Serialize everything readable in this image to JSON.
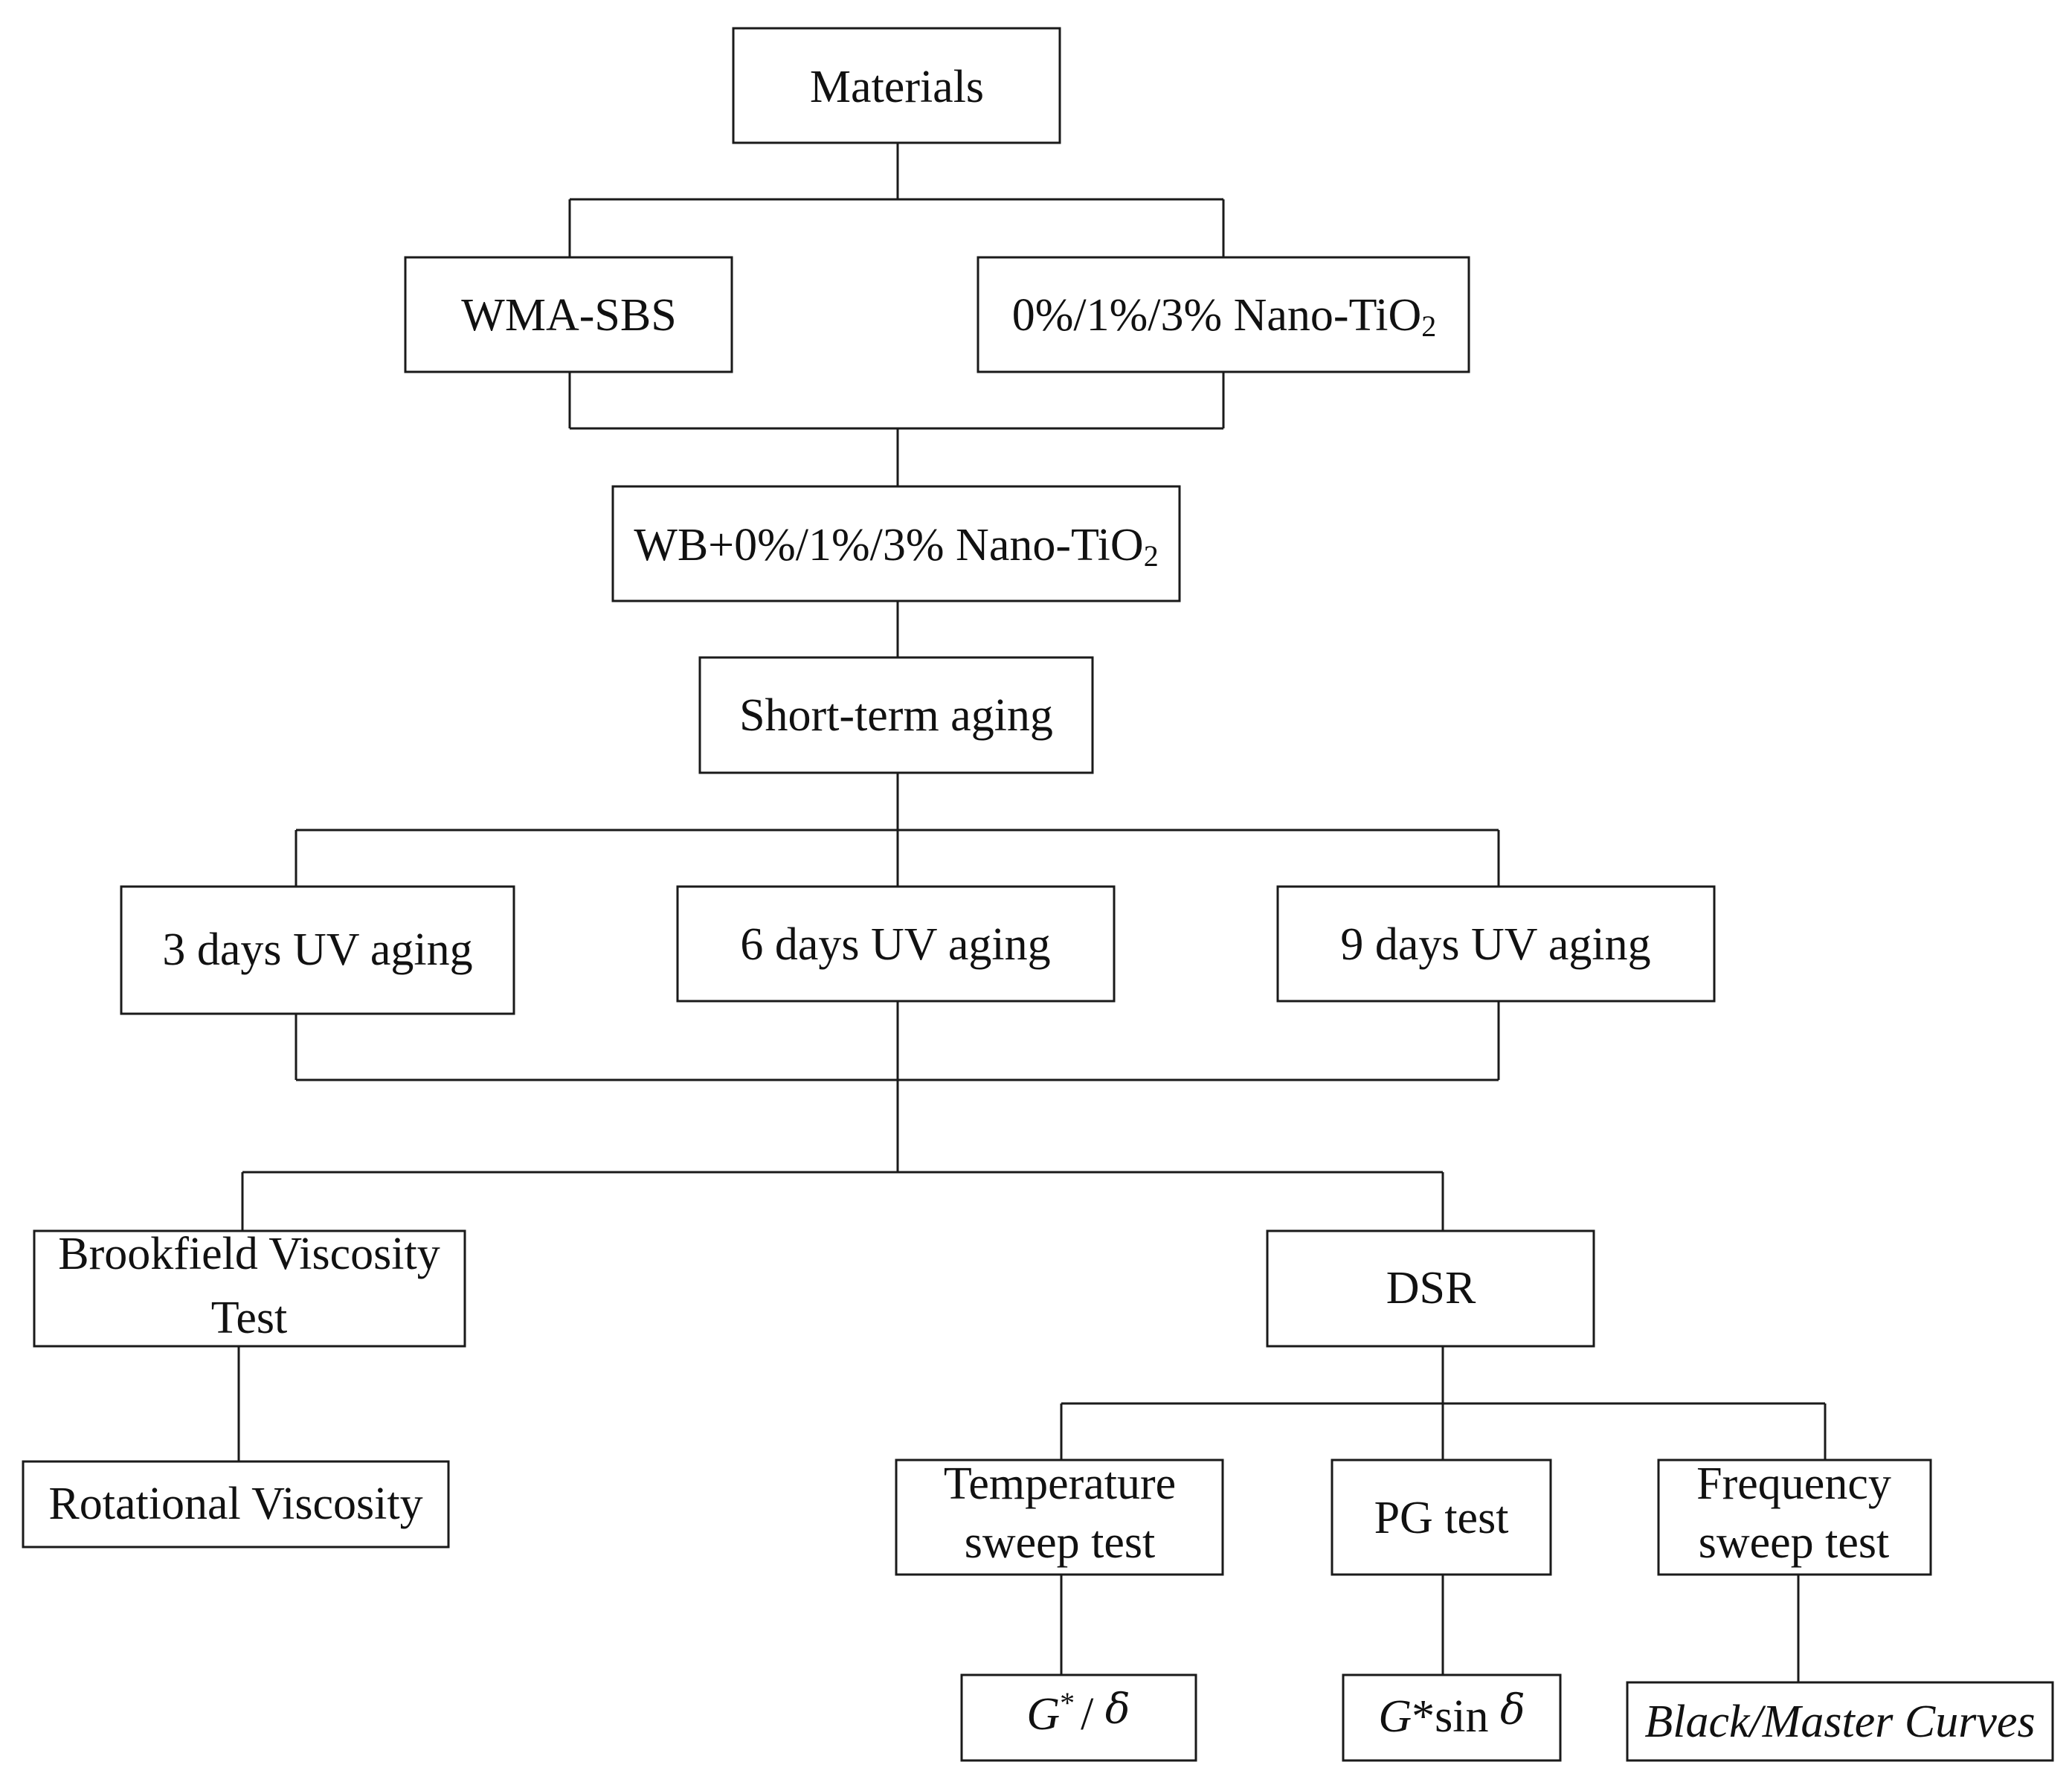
{
  "nodes": {
    "materials": "Materials",
    "wma_sbs": "WMA-SBS",
    "nano_tio2": {
      "main": "0%/1%/3% Nano-TiO",
      "sub": "2"
    },
    "wb_nano_tio2": {
      "main": "WB+0%/1%/3% Nano-TiO",
      "sub": "2"
    },
    "short_term_aging": "Short-term aging",
    "uv_3": "3 days UV aging",
    "uv_6": "6 days UV aging",
    "uv_9": "9 days UV aging",
    "brookfield": {
      "line1": "Brookfield Viscosity",
      "line2": "Test"
    },
    "dsr": "DSR",
    "rotational_viscosity": "Rotational Viscosity",
    "temperature_sweep": {
      "line1": "Temperature",
      "line2": "sweep test"
    },
    "pg_test": "PG test",
    "frequency_sweep": {
      "line1": "Frequency",
      "line2": "sweep test"
    },
    "g_star_delta": {
      "g": "G",
      "sup": "*",
      "slash": "/ ",
      "delta": "δ"
    },
    "g_star_sin_delta": {
      "g": "G",
      "star": "*",
      "sin": "sin ",
      "delta": "δ"
    },
    "black_master_curves": "Black/Master Curves"
  }
}
